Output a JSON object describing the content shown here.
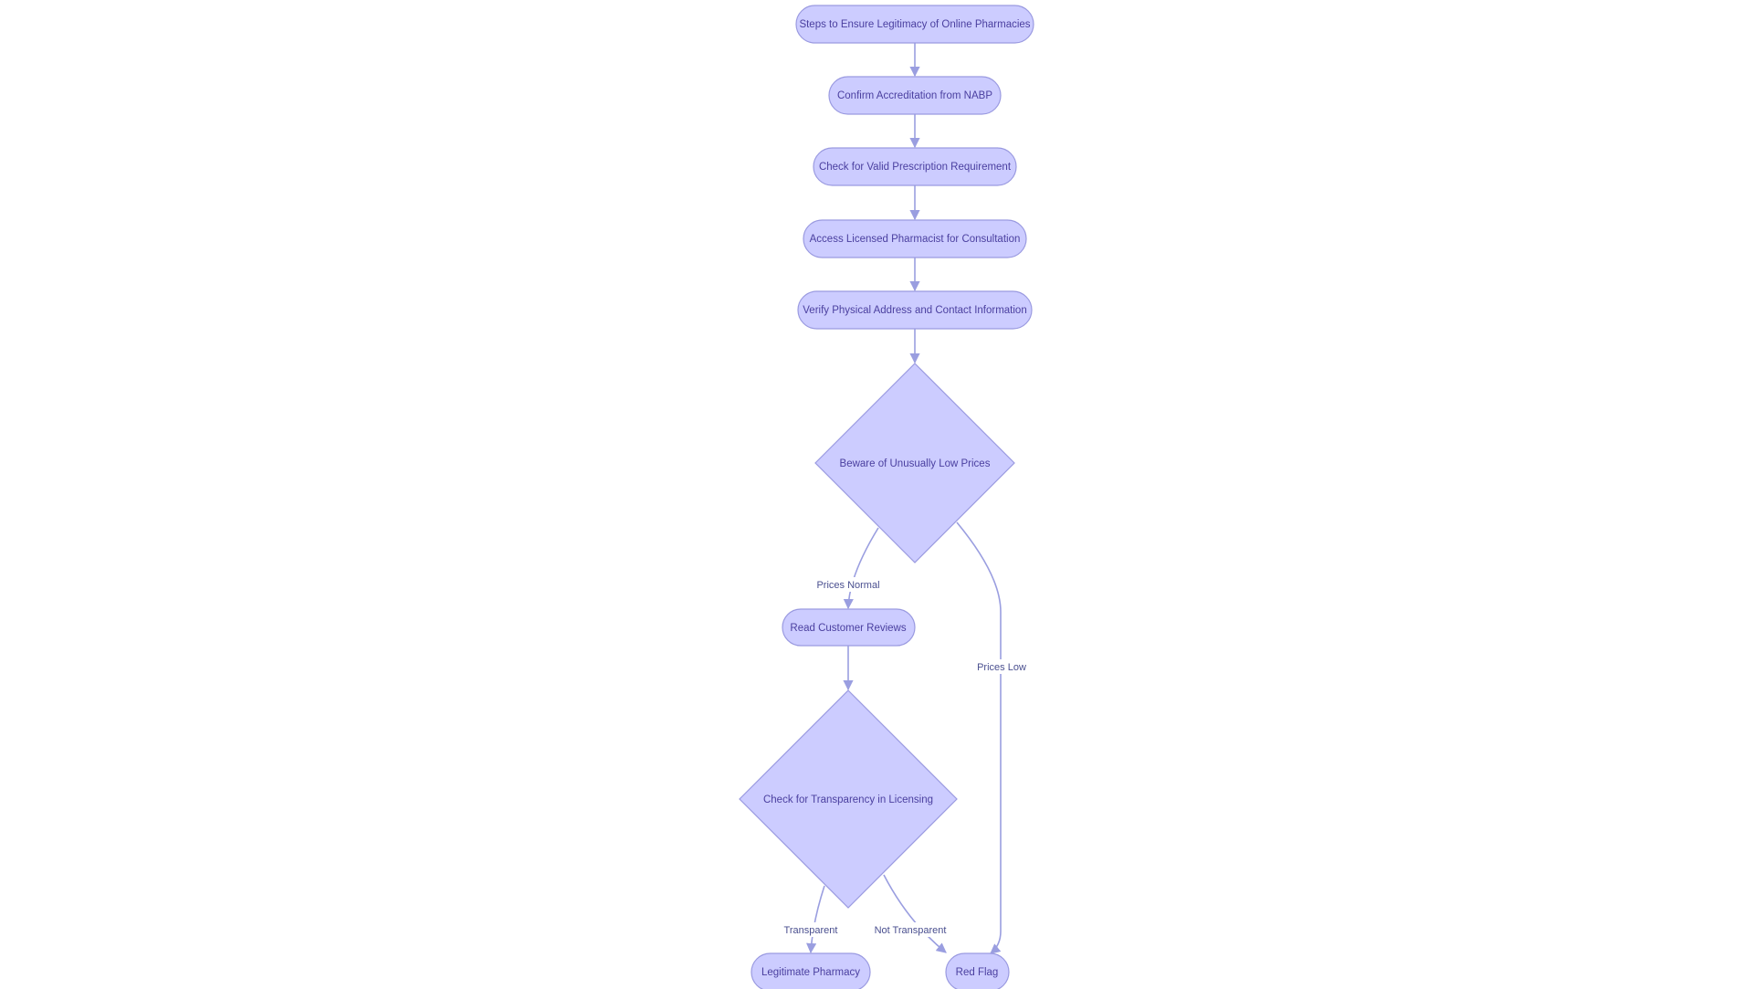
{
  "nodes": {
    "start": "Steps to Ensure Legitimacy of Online Pharmacies",
    "nabp": "Confirm Accreditation from NABP",
    "prescription": "Check for Valid Prescription Requirement",
    "pharmacist": "Access Licensed Pharmacist for Consultation",
    "address": "Verify Physical Address and Contact Information",
    "prices": "Beware of Unusually Low Prices",
    "reviews": "Read Customer Reviews",
    "transparency": "Check for Transparency in Licensing",
    "legitimate": "Legitimate Pharmacy",
    "redflag": "Red Flag"
  },
  "edges": {
    "prices_normal": "Prices Normal",
    "prices_low": "Prices Low",
    "transparent": "Transparent",
    "not_transparent": "Not Transparent"
  },
  "colors": {
    "node_fill": "#ccccff",
    "node_stroke": "#9a9ae0",
    "edge": "#9a9ee0",
    "text": "#4a3f9f"
  }
}
